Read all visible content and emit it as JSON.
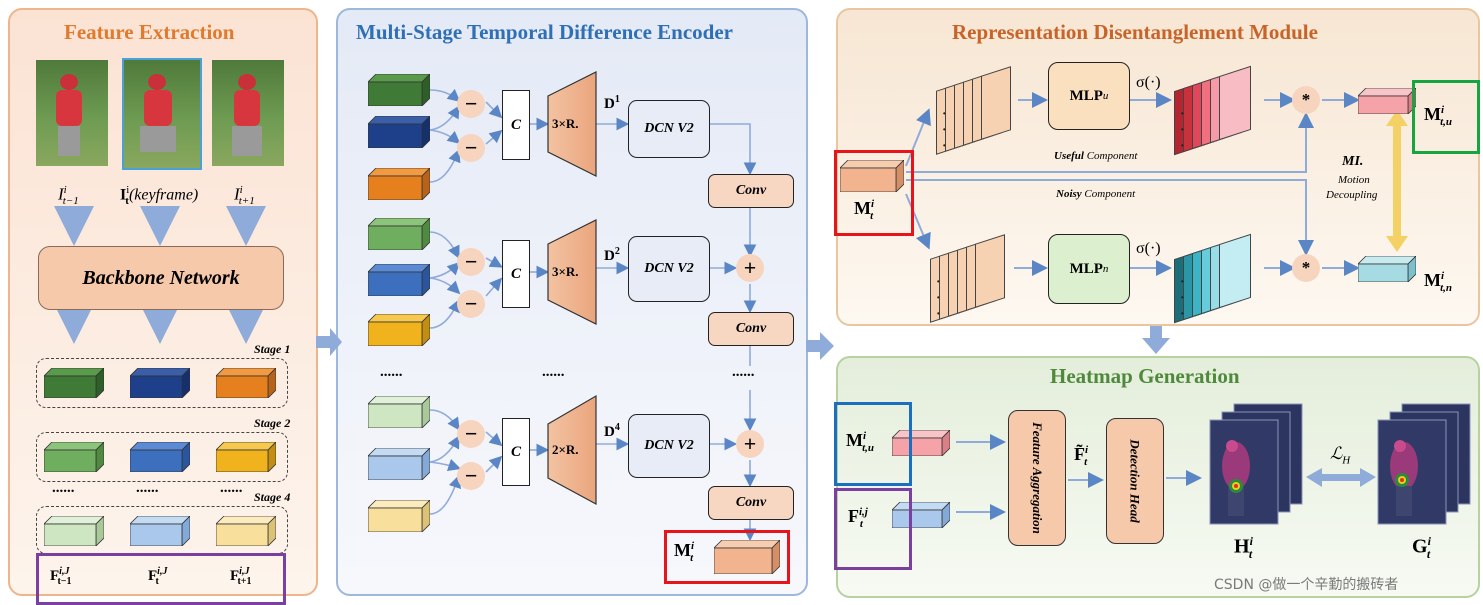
{
  "panels": {
    "feature_extraction": "Feature Extraction",
    "encoder": "Multi-Stage Temporal Difference Encoder",
    "rdm": "Representation Disentanglement Module",
    "heatmap": "Heatmap Generation"
  },
  "fe": {
    "frame_prev": "I",
    "frame_prev_sup": "i",
    "frame_prev_sub": "t−1",
    "frame_key": "I",
    "frame_key_sup": "i",
    "frame_key_sub": "t",
    "frame_key_note": "(keyframe)",
    "frame_next": "I",
    "frame_next_sup": "i",
    "frame_next_sub": "t+1",
    "backbone": "Backbone Network",
    "stage1": "Stage 1",
    "stage2": "Stage 2",
    "stage4": "Stage 4",
    "ellipsis": "......",
    "feat_prev": "F",
    "feat_prev_sup": "i,J",
    "feat_prev_sub": "t−1",
    "feat_key": "F",
    "feat_key_sup": "i,J",
    "feat_key_sub": "t",
    "feat_next": "F",
    "feat_next_sup": "i,J",
    "feat_next_sub": "t+1"
  },
  "enc": {
    "minus": "−",
    "concat": "C",
    "red3": "3×R.",
    "red2": "2×R.",
    "d": "D",
    "d1": "1",
    "d2": "2",
    "d4": "4",
    "dcn": "DCN V2",
    "conv": "Conv",
    "plus": "+",
    "ellipsis": "......",
    "out": "M",
    "out_sup": "i",
    "out_sub": "t"
  },
  "rdm": {
    "mlp_u": "MLP",
    "mlp_u_sub": "u",
    "mlp_n": "MLP",
    "mlp_n_sub": "n",
    "sigma": "σ(·)",
    "star": "*",
    "dots": "· · ·",
    "useful_a": "Useful",
    "useful_b": " Component",
    "noisy_a": "Noisy",
    "noisy_b": " Component",
    "mi": "MI.",
    "mi_sub1": "Motion",
    "mi_sub2": "Decoupling",
    "m_in": "M",
    "m_in_sup": "i",
    "m_in_sub": "t",
    "m_u": "M",
    "m_u_sup": "i",
    "m_u_sub": "t,u",
    "m_n": "M",
    "m_n_sup": "i",
    "m_n_sub": "t,n"
  },
  "hg": {
    "m_u": "M",
    "m_u_sup": "i",
    "m_u_sub": "t,u",
    "f": "F",
    "f_sup": "i,j",
    "f_sub": "t",
    "agg": "Feature Aggregation",
    "ftilde": "F̃",
    "ftilde_sup": "i",
    "ftilde_sub": "t",
    "det": "Detection Head",
    "h": "H",
    "h_sup": "i",
    "h_sub": "t",
    "loss": "ℒ",
    "loss_sub": "H",
    "g": "G",
    "g_sup": "i",
    "g_sub": "t"
  },
  "watermark": "CSDN @做一个辛勤的搬砖者",
  "colors": {
    "fe_bg": "#fdebdf",
    "enc_bg": "#eef1f8",
    "rdm_bg": "#fbf0e4",
    "hg_bg": "#eef4e6",
    "fe_title": "#e07b2e",
    "enc_title": "#2e6fb5",
    "rdm_title": "#c8642a",
    "hg_title": "#4f8a3c",
    "arrow": "#8fabd9",
    "highlight_red": "#e8141b",
    "highlight_green": "#17a540",
    "highlight_blue": "#1b6fc0",
    "highlight_purple": "#7b3fa0"
  }
}
